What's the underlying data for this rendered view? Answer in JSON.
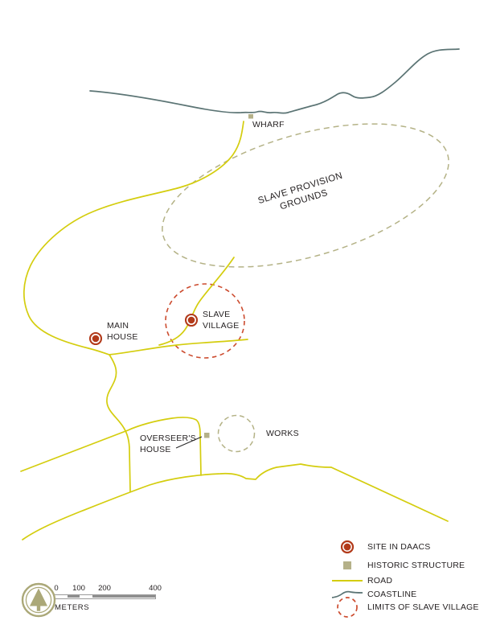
{
  "features": {
    "wharf": {
      "label": "WHARF"
    },
    "provision_grounds": {
      "line1": "SLAVE PROVISION",
      "line2": "GROUNDS"
    },
    "slave_village": {
      "line1": "SLAVE",
      "line2": "VILLAGE"
    },
    "main_house": {
      "line1": "MAIN",
      "line2": "HOUSE"
    },
    "overseers_house": {
      "line1": "OVERSEER'S",
      "line2": "HOUSE"
    },
    "works": {
      "label": "WORKS"
    }
  },
  "legend": {
    "items": [
      {
        "label": "SITE IN DAACS",
        "symbol": "daacs-site-marker"
      },
      {
        "label": "HISTORIC STRUCTURE",
        "symbol": "historic-structure-square"
      },
      {
        "label": "ROAD",
        "symbol": "road-line"
      },
      {
        "label": "COASTLINE",
        "symbol": "coastline-line"
      },
      {
        "label": "LIMITS OF SLAVE VILLAGE",
        "symbol": "red-dashed-circle"
      }
    ]
  },
  "scale_bar": {
    "tick_0": "0",
    "tick_100": "100",
    "tick_200": "200",
    "tick_400": "400",
    "unit": "METERS"
  },
  "colors": {
    "road": "#d4cd0e",
    "coastline": "#5b7474",
    "boundary_olive": "#b4b286",
    "historic_structure": "#b5b189",
    "daacs_site_red": "#b23a1a",
    "village_limit_red": "#cc4b2e",
    "text": "#231f20"
  }
}
